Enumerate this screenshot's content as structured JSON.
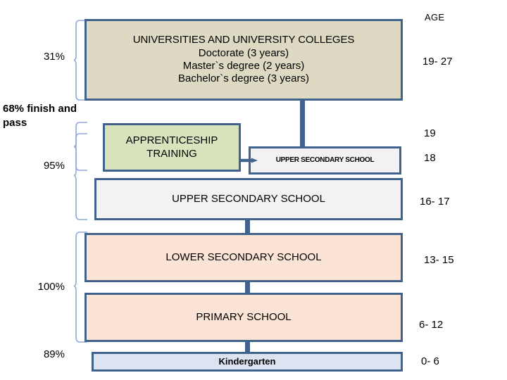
{
  "diagram": {
    "title_right": "AGE",
    "stages": [
      {
        "id": "university",
        "lines": [
          "UNIVERSITIES AND UNIVERSITY COLLEGES",
          "Doctorate (3 years)",
          "Master`s degree (2 years)",
          "Bachelor`s  degree (3 years)"
        ],
        "fill": "#DDD9C3",
        "age": "19- 27"
      },
      {
        "id": "apprenticeship",
        "lines": [
          "APPRENTICESHIP",
          "TRAINING"
        ],
        "fill": "#D7E4BD",
        "age": ""
      },
      {
        "id": "upper-secondary-small",
        "lines": [
          "UPPER SECONDARY SCHOOL"
        ],
        "fill": "#F2F2F2",
        "age": "18"
      },
      {
        "id": "upper-secondary-large",
        "lines": [
          "UPPER SECONDARY SCHOOL"
        ],
        "fill": "#F2F2F2",
        "age": "16- 17"
      },
      {
        "id": "lower-secondary",
        "lines": [
          "LOWER SECONDARY SCHOOL"
        ],
        "fill": "#FBE4D5",
        "age": "13- 15"
      },
      {
        "id": "primary",
        "lines": [
          "PRIMARY SCHOOL"
        ],
        "fill": "#FBE4D5",
        "age": "6- 12"
      },
      {
        "id": "kindergarten",
        "lines": [
          "Kindergarten"
        ],
        "fill": "#DCE4F2",
        "age": "0- 6"
      }
    ],
    "ages": {
      "heading": "AGE",
      "university": "19- 27",
      "gap_19": "19",
      "upper_small": "18",
      "upper_large": "16- 17",
      "lower_secondary": "13- 15",
      "primary": "6- 12",
      "kindergarten": "0- 6"
    },
    "percentages": {
      "university": "31%",
      "finish_and_pass": "68% finish and pass",
      "upper_secondary": "95%",
      "compulsory": "100%",
      "kindergarten": "89%"
    },
    "colors": {
      "border": "#41628C",
      "university_fill": "#DDD9C3",
      "apprenticeship_fill": "#D7E4BD",
      "secondary_fill": "#F2F2F2",
      "primary_fill": "#FBE4D5",
      "kindergarten_fill": "#DCE4F2",
      "brace": "#8FAADC"
    }
  }
}
